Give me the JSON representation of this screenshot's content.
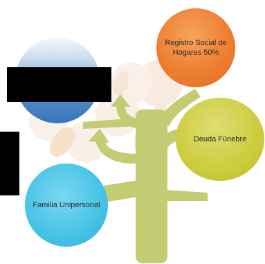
{
  "nodes": {
    "registro": "Registro Social de Hogares 50%",
    "deuda": "Deuda Fúnebre",
    "familia": "Familia Unipersonal",
    "blue": ""
  },
  "colors": {
    "trunk": "#c3cb73",
    "orange": "#ee7e30",
    "olive": "#cccc3e",
    "cyan": "#46c2e6",
    "blue": "#4f8cc9",
    "redaction": "#000000"
  }
}
